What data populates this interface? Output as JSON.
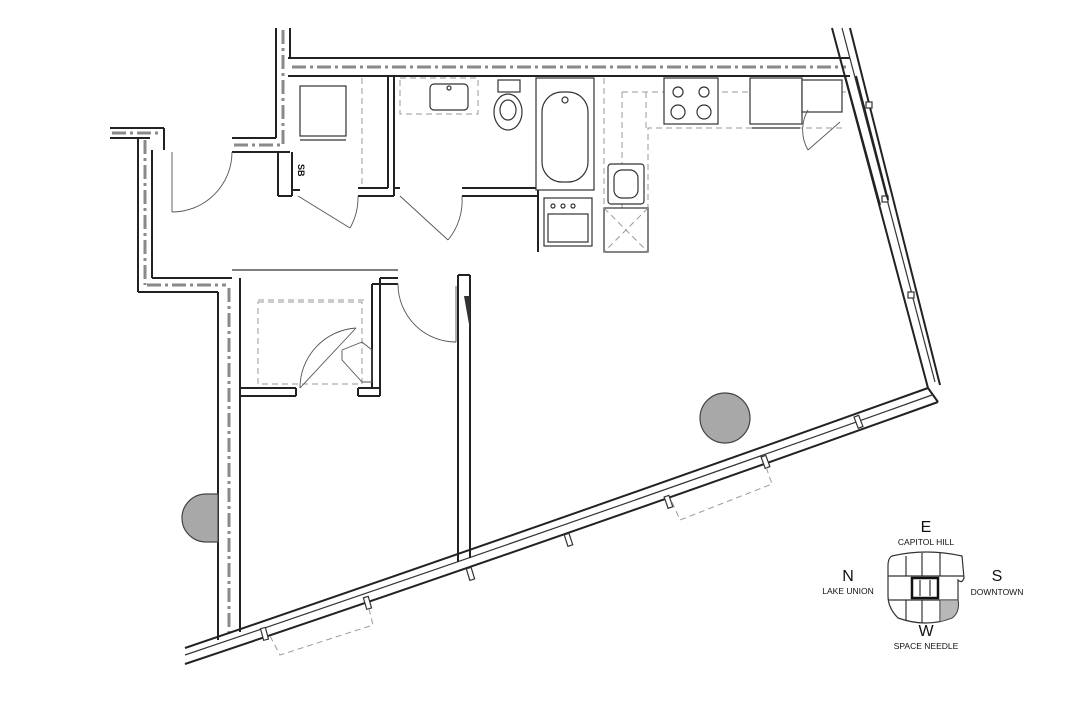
{
  "room_labels": {
    "sb": "SB"
  },
  "compass": {
    "east_letter": "E",
    "east_label": "CAPITOL HILL",
    "north_letter": "N",
    "north_label": "LAKE UNION",
    "south_letter": "S",
    "south_label": "DOWNTOWN",
    "west_letter": "W",
    "west_label": "SPACE NEEDLE"
  },
  "colors": {
    "wall": "#222222",
    "column_fill": "#a8a8a8",
    "dash_line": "#8a8a8a"
  }
}
